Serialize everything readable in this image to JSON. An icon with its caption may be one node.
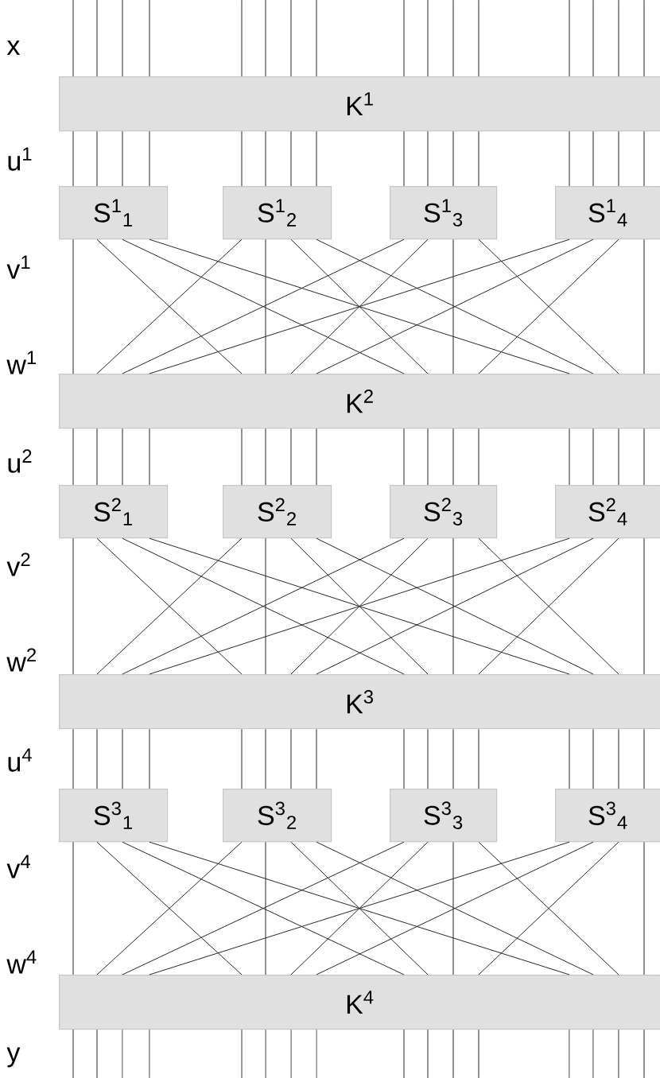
{
  "diagram": {
    "nodes": [
      {
        "text": [
          "K$^{1}$"
        ]
      },
      {
        "text": [
          "S$^{1}$$_{1}$"
        ]
      },
      {
        "text": [
          "S$^{1}$$_{2}$"
        ]
      },
      {
        "text": [
          "S$^{1}$$_{3}$"
        ]
      },
      {
        "text": [
          "S$^{1}$$_{4}$"
        ]
      },
      {
        "text": [
          "K$^{2}$"
        ]
      },
      {
        "text": [
          "S$^{2}$$_{1}$"
        ]
      },
      {
        "text": [
          "S$^{2}$$_{2}$"
        ]
      },
      {
        "text": [
          "S$^{2}$$_{3}$"
        ]
      },
      {
        "text": [
          "S$^{2}$$_{4}$"
        ]
      },
      {
        "text": [
          "K$^{3}$"
        ]
      },
      {
        "text": [
          "S$^{3}$$_{1}$"
        ]
      },
      {
        "text": [
          "S$^{3}$$_{2}$"
        ]
      },
      {
        "text": [
          "S$^{3}$$_{3}$"
        ]
      },
      {
        "text": [
          "S$^{3}$$_{4}$"
        ]
      },
      {
        "text": [
          "K$^{4}$"
        ]
      }
    ],
    "edges": [
      {
        "from": null,
        "to": 0,
        "arrow": "none"
      },
      {
        "from": null,
        "to": 0,
        "arrow": "none"
      },
      {
        "from": null,
        "to": 0,
        "arrow": "none"
      },
      {
        "from": null,
        "to": 0,
        "arrow": "none"
      },
      {
        "from": null,
        "to": 0,
        "arrow": "none"
      },
      {
        "from": null,
        "to": 0,
        "arrow": "none"
      },
      {
        "from": null,
        "to": 0,
        "arrow": "none"
      },
      {
        "from": null,
        "to": 0,
        "arrow": "none"
      },
      {
        "from": null,
        "to": 0,
        "arrow": "none"
      },
      {
        "from": null,
        "to": 0,
        "arrow": "none"
      },
      {
        "from": null,
        "to": 0,
        "arrow": "none"
      },
      {
        "from": null,
        "to": 0,
        "arrow": "none"
      },
      {
        "from": null,
        "to": 0,
        "arrow": "none"
      },
      {
        "from": null,
        "to": 0,
        "arrow": "none"
      },
      {
        "from": null,
        "to": 0,
        "arrow": "none"
      },
      {
        "from": null,
        "to": 0,
        "arrow": "none"
      },
      {
        "from": 0,
        "to": 1,
        "arrow": "none"
      },
      {
        "from": 0,
        "to": 1,
        "arrow": "none"
      },
      {
        "from": 0,
        "to": 1,
        "arrow": "none"
      },
      {
        "from": 0,
        "to": 1,
        "arrow": "none"
      },
      {
        "from": 0,
        "to": 2,
        "arrow": "none"
      },
      {
        "from": 0,
        "to": 2,
        "arrow": "none"
      },
      {
        "from": 0,
        "to": 2,
        "arrow": "none"
      },
      {
        "from": 0,
        "to": 2,
        "arrow": "none"
      },
      {
        "from": 0,
        "to": 3,
        "arrow": "none"
      },
      {
        "from": 0,
        "to": 3,
        "arrow": "none"
      },
      {
        "from": 0,
        "to": 3,
        "arrow": "none"
      },
      {
        "from": 0,
        "to": 3,
        "arrow": "none"
      },
      {
        "from": 0,
        "to": 4,
        "arrow": "none"
      },
      {
        "from": 0,
        "to": 4,
        "arrow": "none"
      },
      {
        "from": 0,
        "to": 4,
        "arrow": "none"
      },
      {
        "from": 0,
        "to": 4,
        "arrow": "none"
      },
      {
        "from": 1,
        "to": 5,
        "arrow": "none"
      },
      {
        "from": 1,
        "to": 5,
        "arrow": "none"
      },
      {
        "from": 1,
        "to": 5,
        "arrow": "none"
      },
      {
        "from": 1,
        "to": 5,
        "arrow": "none"
      },
      {
        "from": 2,
        "to": 5,
        "arrow": "none"
      },
      {
        "from": 2,
        "to": 5,
        "arrow": "none"
      },
      {
        "from": 2,
        "to": 5,
        "arrow": "none"
      },
      {
        "from": 2,
        "to": 5,
        "arrow": "none"
      },
      {
        "from": 3,
        "to": 5,
        "arrow": "none"
      },
      {
        "from": 3,
        "to": 5,
        "arrow": "none"
      },
      {
        "from": 3,
        "to": 5,
        "arrow": "none"
      },
      {
        "from": 3,
        "to": 5,
        "arrow": "none"
      },
      {
        "from": 4,
        "to": 5,
        "arrow": "none"
      },
      {
        "from": 4,
        "to": 5,
        "arrow": "none"
      },
      {
        "from": 4,
        "to": 5,
        "arrow": "none"
      },
      {
        "from": 4,
        "to": 5,
        "arrow": "none"
      },
      {
        "from": 5,
        "to": 6,
        "arrow": "none"
      },
      {
        "from": 5,
        "to": 6,
        "arrow": "none"
      },
      {
        "from": 5,
        "to": 6,
        "arrow": "none"
      },
      {
        "from": 5,
        "to": 6,
        "arrow": "none"
      },
      {
        "from": 5,
        "to": 7,
        "arrow": "none"
      },
      {
        "from": 5,
        "to": 7,
        "arrow": "none"
      },
      {
        "from": 5,
        "to": 7,
        "arrow": "none"
      },
      {
        "from": 5,
        "to": 7,
        "arrow": "none"
      },
      {
        "from": 5,
        "to": 8,
        "arrow": "none"
      },
      {
        "from": 5,
        "to": 8,
        "arrow": "none"
      },
      {
        "from": 5,
        "to": 8,
        "arrow": "none"
      },
      {
        "from": 5,
        "to": 8,
        "arrow": "none"
      },
      {
        "from": 5,
        "to": 9,
        "arrow": "none"
      },
      {
        "from": 5,
        "to": 9,
        "arrow": "none"
      },
      {
        "from": 5,
        "to": 9,
        "arrow": "none"
      },
      {
        "from": 5,
        "to": 9,
        "arrow": "none"
      },
      {
        "from": 6,
        "to": 10,
        "arrow": "none"
      },
      {
        "from": 6,
        "to": 10,
        "arrow": "none"
      },
      {
        "from": 6,
        "to": 10,
        "arrow": "none"
      },
      {
        "from": 6,
        "to": 10,
        "arrow": "none"
      },
      {
        "from": 7,
        "to": 10,
        "arrow": "none"
      },
      {
        "from": 7,
        "to": 10,
        "arrow": "none"
      },
      {
        "from": 7,
        "to": 10,
        "arrow": "none"
      },
      {
        "from": 7,
        "to": 10,
        "arrow": "none"
      },
      {
        "from": 8,
        "to": 10,
        "arrow": "none"
      },
      {
        "from": 8,
        "to": 10,
        "arrow": "none"
      },
      {
        "from": 8,
        "to": 10,
        "arrow": "none"
      },
      {
        "from": 8,
        "to": 10,
        "arrow": "none"
      },
      {
        "from": 9,
        "to": 10,
        "arrow": "none"
      },
      {
        "from": 9,
        "to": 10,
        "arrow": "none"
      },
      {
        "from": 9,
        "to": 10,
        "arrow": "none"
      },
      {
        "from": 9,
        "to": 10,
        "arrow": "none"
      },
      {
        "from": 10,
        "to": 11,
        "arrow": "none"
      },
      {
        "from": 10,
        "to": 11,
        "arrow": "none"
      },
      {
        "from": 10,
        "to": 11,
        "arrow": "none"
      },
      {
        "from": 10,
        "to": 11,
        "arrow": "none"
      },
      {
        "from": 10,
        "to": 12,
        "arrow": "none"
      },
      {
        "from": 10,
        "to": 12,
        "arrow": "none"
      },
      {
        "from": 10,
        "to": 12,
        "arrow": "none"
      },
      {
        "from": 10,
        "to": 12,
        "arrow": "none"
      },
      {
        "from": 10,
        "to": 13,
        "arrow": "none"
      },
      {
        "from": 10,
        "to": 13,
        "arrow": "none"
      },
      {
        "from": 10,
        "to": 13,
        "arrow": "none"
      },
      {
        "from": 10,
        "to": 13,
        "arrow": "none"
      },
      {
        "from": 10,
        "to": 14,
        "arrow": "none"
      },
      {
        "from": 10,
        "to": 14,
        "arrow": "none"
      },
      {
        "from": 10,
        "to": 14,
        "arrow": "none"
      },
      {
        "from": 10,
        "to": 14,
        "arrow": "none"
      },
      {
        "from": 11,
        "to": 15,
        "arrow": "none"
      },
      {
        "from": 11,
        "to": 15,
        "arrow": "none"
      },
      {
        "from": 11,
        "to": 15,
        "arrow": "none"
      },
      {
        "from": 11,
        "to": 15,
        "arrow": "none"
      },
      {
        "from": 12,
        "to": 15,
        "arrow": "none"
      },
      {
        "from": 12,
        "to": 15,
        "arrow": "none"
      },
      {
        "from": 12,
        "to": 15,
        "arrow": "none"
      },
      {
        "from": 12,
        "to": 15,
        "arrow": "none"
      },
      {
        "from": 13,
        "to": 15,
        "arrow": "none"
      },
      {
        "from": 13,
        "to": 15,
        "arrow": "none"
      },
      {
        "from": 13,
        "to": 15,
        "arrow": "none"
      },
      {
        "from": 13,
        "to": 15,
        "arrow": "none"
      },
      {
        "from": 14,
        "to": 15,
        "arrow": "none"
      },
      {
        "from": 14,
        "to": 15,
        "arrow": "none"
      },
      {
        "from": 14,
        "to": 15,
        "arrow": "none"
      },
      {
        "from": 14,
        "to": 15,
        "arrow": "none"
      },
      {
        "from": 15,
        "to": null,
        "arrow": "none"
      },
      {
        "from": 15,
        "to": null,
        "arrow": "none"
      },
      {
        "from": 15,
        "to": null,
        "arrow": "none"
      },
      {
        "from": 15,
        "to": null,
        "arrow": "none"
      },
      {
        "from": 15,
        "to": null,
        "arrow": "none"
      },
      {
        "from": 15,
        "to": null,
        "arrow": "none"
      },
      {
        "from": 15,
        "to": null,
        "arrow": "none"
      },
      {
        "from": 15,
        "to": null,
        "arrow": "none"
      },
      {
        "from": 15,
        "to": null,
        "arrow": "none"
      },
      {
        "from": 15,
        "to": null,
        "arrow": "none"
      },
      {
        "from": 15,
        "to": null,
        "arrow": "none"
      },
      {
        "from": 15,
        "to": null,
        "arrow": "none"
      },
      {
        "from": 15,
        "to": null,
        "arrow": "none"
      },
      {
        "from": 15,
        "to": null,
        "arrow": "none"
      },
      {
        "from": 15,
        "to": null,
        "arrow": "none"
      },
      {
        "from": 15,
        "to": null,
        "arrow": "none"
      }
    ],
    "labels": [
      "x",
      "u$^{1}$",
      "v$^{1}$",
      "w$^{1}$",
      "u$^{2}$",
      "v$^{2}$",
      "w$^{2}$",
      "u$^{4}$",
      "v$^{4}$",
      "w$^{4}$",
      "y"
    ]
  }
}
